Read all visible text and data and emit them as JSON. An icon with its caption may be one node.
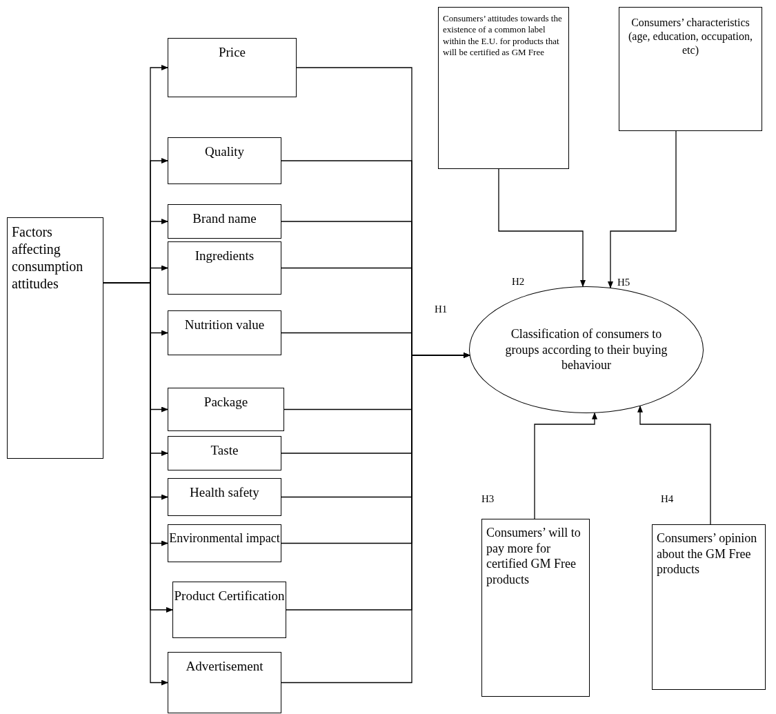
{
  "diagram": {
    "nodes": [
      {
        "text": [
          "Factors affecting consumption attitudes"
        ]
      },
      {
        "text": [
          "Price"
        ]
      },
      {
        "text": [
          "Quality"
        ]
      },
      {
        "text": [
          "Brand name"
        ]
      },
      {
        "text": [
          "Ingredients"
        ]
      },
      {
        "text": [
          "Nutrition value"
        ]
      },
      {
        "text": [
          "Package"
        ]
      },
      {
        "text": [
          "Taste"
        ]
      },
      {
        "text": [
          "Health safety"
        ]
      },
      {
        "text": [
          "Environmental impact"
        ]
      },
      {
        "text": [
          "Product Certification"
        ]
      },
      {
        "text": [
          "Advertisement"
        ]
      },
      {
        "text": [
          "Classification of consumers to groups according to their buying behaviour"
        ]
      },
      {
        "text": [
          "Consumers’ attitudes towards the existence of a common label within the E.U. for products that will be certified as GM Free"
        ]
      },
      {
        "text": [
          "Consumers’ characteristics (age, education, occupation, etc)"
        ]
      },
      {
        "text": [
          "Consumers’ will to pay more for certified GM Free products"
        ]
      },
      {
        "text": [
          "Consumers’ opinion about the GM Free products"
        ]
      }
    ],
    "edges": [
      {
        "from": 0,
        "to": 1,
        "arrow": "to"
      },
      {
        "from": 0,
        "to": 2,
        "arrow": "to"
      },
      {
        "from": 0,
        "to": 3,
        "arrow": "to"
      },
      {
        "from": 0,
        "to": 4,
        "arrow": "to"
      },
      {
        "from": 0,
        "to": 5,
        "arrow": "to"
      },
      {
        "from": 0,
        "to": 6,
        "arrow": "to"
      },
      {
        "from": 0,
        "to": 7,
        "arrow": "to"
      },
      {
        "from": 0,
        "to": 8,
        "arrow": "to"
      },
      {
        "from": 0,
        "to": 9,
        "arrow": "to"
      },
      {
        "from": 0,
        "to": 10,
        "arrow": "to"
      },
      {
        "from": 0,
        "to": 11,
        "arrow": "to"
      },
      {
        "from": 1,
        "to": 12,
        "arrow": "to"
      },
      {
        "from": 2,
        "to": 12,
        "arrow": "to"
      },
      {
        "from": 3,
        "to": 12,
        "arrow": "to"
      },
      {
        "from": 4,
        "to": 12,
        "arrow": "to"
      },
      {
        "from": 5,
        "to": 12,
        "arrow": "to"
      },
      {
        "from": 6,
        "to": 12,
        "arrow": "to"
      },
      {
        "from": 7,
        "to": 12,
        "arrow": "to"
      },
      {
        "from": 8,
        "to": 12,
        "arrow": "to"
      },
      {
        "from": 9,
        "to": 12,
        "arrow": "to"
      },
      {
        "from": 10,
        "to": 12,
        "arrow": "to"
      },
      {
        "from": 11,
        "to": 12,
        "arrow": "to"
      },
      {
        "from": 13,
        "to": 12,
        "arrow": "to"
      },
      {
        "from": 14,
        "to": 12,
        "arrow": "to"
      },
      {
        "from": 15,
        "to": 12,
        "arrow": "to"
      },
      {
        "from": 16,
        "to": 12,
        "arrow": "to"
      }
    ],
    "labels": [
      "H1",
      "H2",
      "H5",
      "H3",
      "H4"
    ]
  }
}
